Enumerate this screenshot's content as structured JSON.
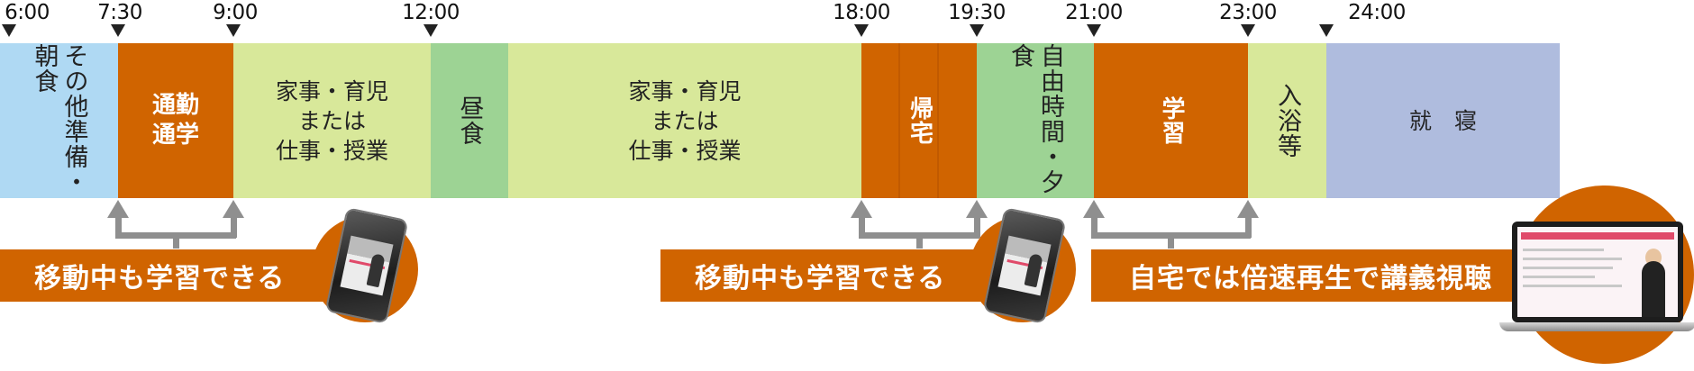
{
  "times": [
    "6:00",
    "7:30",
    "9:00",
    "12:00",
    "18:00",
    "19:30",
    "21:00",
    "23:00",
    "24:00"
  ],
  "segments": [
    {
      "label": "その他準備・朝食",
      "style": "blue",
      "vertical": true
    },
    {
      "label": "通勤\n通学",
      "style": "orange",
      "vertical": false
    },
    {
      "label": "家事・育児\nまたは\n仕事・授業",
      "style": "light",
      "vertical": false
    },
    {
      "label": "昼食",
      "style": "green",
      "vertical": true
    },
    {
      "label": "家事・育児\nまたは\n仕事・授業",
      "style": "light",
      "vertical": false
    },
    {
      "label": "帰宅",
      "style": "orange",
      "vertical": true
    },
    {
      "label": "自由時間・夕食",
      "style": "green",
      "vertical": true
    },
    {
      "label": "学習",
      "style": "orange",
      "vertical": true
    },
    {
      "label": "入浴等",
      "style": "light",
      "vertical": true
    },
    {
      "label": "就　寝",
      "style": "lav",
      "vertical": false
    }
  ],
  "banners": [
    "移動中も学習できる",
    "移動中も学習できる",
    "自宅では倍速再生で講義視聴"
  ],
  "icons": [
    "smartphone-icon",
    "smartphone-icon",
    "laptop-icon"
  ],
  "colors": {
    "accent": "#d06400",
    "light": "#d8e89a",
    "green": "#9dd394",
    "blue": "#afd9f3",
    "lavender": "#afbcde",
    "connector": "#8f8f8f"
  }
}
